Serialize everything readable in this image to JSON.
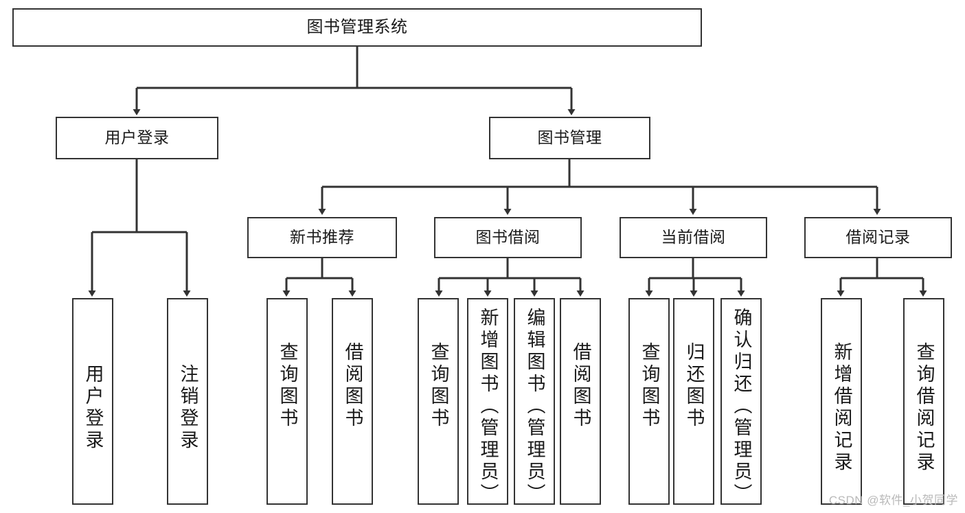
{
  "diagram": {
    "title": "图书管理系统",
    "watermark": "CSDN @软件_小贺同学",
    "stroke_color": "#333333",
    "background_color": "#ffffff",
    "text_color": "#1a1a1a",
    "watermark_color": "#b9b9b9",
    "nodes": {
      "root": {
        "label": "图书管理系统"
      },
      "level2": [
        {
          "label": "用户登录"
        },
        {
          "label": "图书管理"
        }
      ],
      "level3": [
        {
          "label": "新书推荐"
        },
        {
          "label": "图书借阅"
        },
        {
          "label": "当前借阅"
        },
        {
          "label": "借阅记录"
        }
      ],
      "leaves": {
        "user_login": [
          {
            "label": "用户登录"
          },
          {
            "label": "注销登录"
          }
        ],
        "new_book_recommend": [
          {
            "label": "查询图书"
          },
          {
            "label": "借阅图书"
          }
        ],
        "book_borrow": [
          {
            "label": "查询图书"
          },
          {
            "label": "新增图书（管理员）"
          },
          {
            "label": "编辑图书（管理员）"
          },
          {
            "label": "借阅图书"
          }
        ],
        "current_borrow": [
          {
            "label": "查询图书"
          },
          {
            "label": "归还图书"
          },
          {
            "label": "确认归还（管理员）"
          }
        ],
        "borrow_record": [
          {
            "label": "新增借阅记录"
          },
          {
            "label": "查询借阅记录"
          }
        ]
      }
    }
  }
}
